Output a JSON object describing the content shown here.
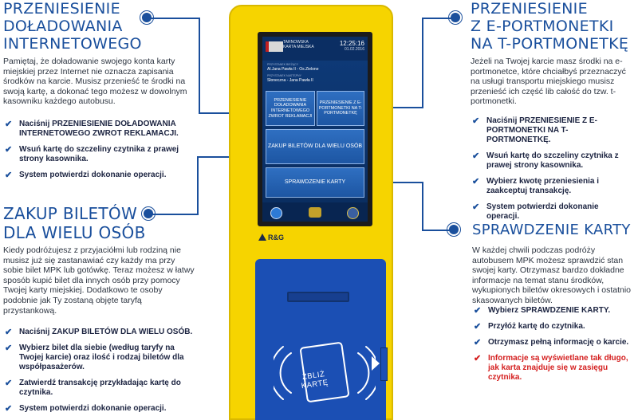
{
  "sections": {
    "top_left": {
      "title_lines": [
        "PRZENIESIENIE",
        "DOŁADOWANIA",
        "INTERNETOWEGO"
      ],
      "body": "Pamiętaj, że doładowanie swojego konta karty miejskiej przez Internet nie oznacza zapisania środków na karcie. Musisz przenieść te środki na swoją kartę, a dokonać tego możesz w dowolnym kasowniku każdego autobusu.",
      "steps": [
        "Naciśnij PRZENIESIENIE DOŁADOWANIA INTERNETOWEGO ZWROT REKLAMACJI.",
        "Wsuń kartę do szczeliny czytnika z prawej strony kasownika.",
        "System potwierdzi dokonanie operacji."
      ]
    },
    "bottom_left": {
      "title_lines": [
        "ZAKUP BILETÓW",
        "DLA WIELU OSÓB"
      ],
      "body": "Kiedy podróżujesz z przyjaciółmi lub rodziną nie musisz już się zastanawiać czy każdy ma przy sobie bilet MPK lub gotówkę. Teraz możesz w łatwy sposób kupić bilet dla innych osób przy pomocy Twojej karty miejskiej. Dodatkowo te osoby podobnie jak Ty zostaną objęte taryfą przystankową.",
      "steps": [
        "Naciśnij ZAKUP BILETÓW DLA WIELU OSÓB.",
        "Wybierz bilet dla siebie (według taryfy na Twojej karcie) oraz ilość i rodzaj biletów dla współpasażerów.",
        "Zatwierdź transakcję przykładając kartę do czytnika.",
        "System potwierdzi dokonanie operacji."
      ]
    },
    "top_right": {
      "title_lines": [
        "PRZENIESIENIE",
        "Z E-PORTMONETKI",
        "NA T-PORTMONETKĘ"
      ],
      "body": "Jeżeli na Twojej karcie masz środki na e-portmonetce, które chciałbyś przeznaczyć na usługi transportu miejskiego musisz przenieść ich część lib całość do tzw. t-portmonetki.",
      "steps": [
        "Naciśnij PRZENIESIENIE Z E-PORTMONETKI NA T-PORTMONETKĘ.",
        "Wsuń kartę do szczeliny czytnika z prawej strony kasownika.",
        "Wybierz kwotę przeniesienia i zaakceptuj transakcję.",
        "System potwierdzi dokonanie operacji."
      ]
    },
    "bottom_right": {
      "title_lines": [
        "SPRAWDZENIE KARTY"
      ],
      "body": "W każdej chwili podczas podróży autobusem MPK możesz sprawdzić stan swojej karty. Otrzymasz bardzo dokładne informacje na temat stanu środków, wykupionych biletów okresowych i ostatnio skasowanych biletów.",
      "steps": [
        "Wybierz SPRAWDZENIE KARTY.",
        "Przyłóż kartę do czytnika.",
        "Otrzymasz pełną informację o karcie."
      ],
      "warning": "Informacje są wyświetlane tak długo, jak karta znajduje się w zasięgu czytnika."
    }
  },
  "kiosk": {
    "screen": {
      "brand_line1": "TARNOWSKA",
      "brand_line2": "KARTA MIEJSKA",
      "time": "12:25:16",
      "date": "01.02.2016",
      "stop1_label": "PRZYSTANEK BIEŻĄCY",
      "stop1_value": "Al.Jana Pawła II - Os.Zielone",
      "stop2_label": "PRZYSTANEK NASTĘPNY",
      "stop2_value": "Słoneczna - Jana Pawła II",
      "btn_transfer_internet": "PRZENIESIENIE DOŁADOWANIA INTERNETOWEGO ZWROT REKLAMACJI",
      "btn_transfer_eport": "PRZENIESIENIE Z E-PORTMONETKI NA T-PORTMONETKĘ",
      "btn_group_ticket": "ZAKUP BILETÓW DLA WIELU OSÓB",
      "btn_check_card": "SPRAWDZENIE KARTY"
    },
    "manufacturer": "R&G",
    "reader_label": "ZBLIŻ KARTĘ",
    "colors": {
      "body": "#f6d400",
      "panel": "#1b4fb4",
      "accent": "#1a4f9c",
      "warning": "#d41f1f"
    }
  }
}
